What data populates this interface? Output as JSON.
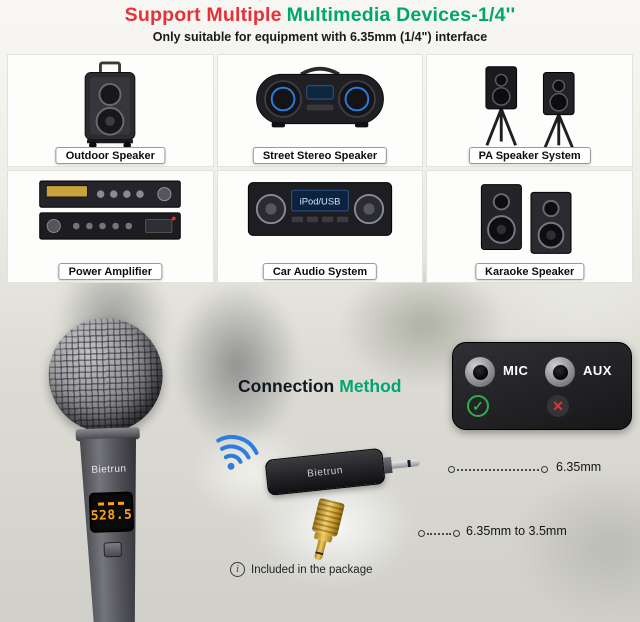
{
  "colors": {
    "title_red": "#e53238",
    "title_green": "#00a670",
    "wifi_blue": "#2b7de0",
    "check_green": "#2fae4a",
    "cross_red": "#e23434",
    "display_orange": "#ffa21a"
  },
  "icons": {
    "check": "✓",
    "cross": "✕",
    "info": "i"
  },
  "header": {
    "title_red_part": "Support Multiple",
    "title_green_part": "Multimedia Devices-1/4''",
    "subtitle": "Only suitable for equipment with 6.35mm (1/4\") interface"
  },
  "device_grid": {
    "items": [
      {
        "label": "Outdoor Speaker"
      },
      {
        "label": "Street Stereo Speaker"
      },
      {
        "label": "PA Speaker System"
      },
      {
        "label": "Power Amplifier"
      },
      {
        "label": "Car Audio System",
        "display": "iPod/USB"
      },
      {
        "label": "Karaoke Speaker"
      }
    ]
  },
  "microphone": {
    "brand": "Bietrun",
    "display_value": "528.5"
  },
  "connection": {
    "heading_dark": "Connection",
    "heading_green": "Method",
    "panel": {
      "mic_label": "MIC",
      "aux_label": "AUX"
    },
    "receiver": {
      "brand": "Bietrun",
      "plug_note": "6.35mm"
    },
    "adapter": {
      "note": "6.35mm to 3.5mm"
    },
    "included_note": "Included in the package"
  }
}
